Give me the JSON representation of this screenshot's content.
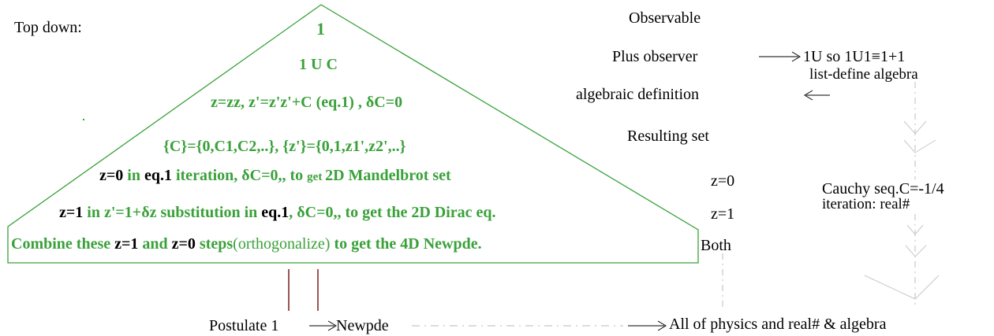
{
  "title": "Top down:",
  "triangle": {
    "apex": "1",
    "row1": "1 U C",
    "row2": "z=zz,  z'=z'z'+C (eq.1) , δC=0",
    "row3": "{C}={0,C1,C2,..},  {z'}={0,1,z1',z2',..}",
    "row4": {
      "a": "z=0",
      "b": " in ",
      "c": "eq.1",
      "d": " iteration, δC=0,, to ",
      "e": "get ",
      "f": "2D Mandelbrot set"
    },
    "row5": {
      "a": "z=1",
      "b": " in z'=1+δz substitution in ",
      "c": "eq.1",
      "d": ", δC=0,, to get the 2D Dirac eq."
    },
    "row6": {
      "a": "Combine these ",
      "b": "z=1",
      "c": " and ",
      "d": "z=0",
      "e": " steps",
      "f": "(orthogonalize)",
      "g": " to get the 4D Newpde."
    }
  },
  "right": {
    "observable": "Observable",
    "plus_observer": "Plus observer",
    "union_note": "1U so 1U1≡1+1",
    "list_define": "list-define algebra",
    "algebraic_definition": "algebraic definition",
    "resulting_set": "Resulting set",
    "z0": "z=0",
    "z1": "z=1",
    "both": "Both",
    "cauchy": "Cauchy seq.C=-1/4",
    "iteration": "iteration: real#"
  },
  "bottom": {
    "postulate": "Postulate 1",
    "newpde": "Newpde",
    "all_physics": "All of physics and real# & algebra"
  },
  "colors": {
    "green": "#3aa13a",
    "maroon": "#7a1a1a",
    "dashed": "#c8c8c8",
    "black": "#000000"
  }
}
